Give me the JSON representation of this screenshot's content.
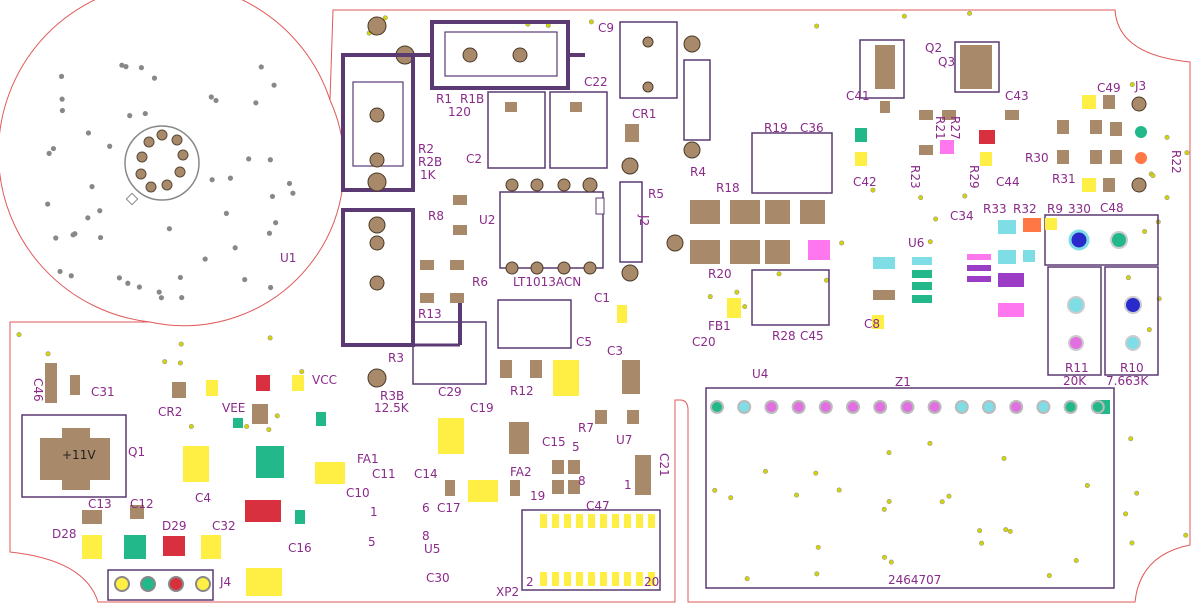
{
  "colors": {
    "background": "#ffffff",
    "outline": "#e05a5a",
    "silkscreen": "#5b3a74",
    "label": "#8a2a8a",
    "pad": "#a8896a",
    "via_fill": "#d4d400",
    "yellow": "#ffee44",
    "teal": "#22b88a",
    "cyan": "#7fdde6",
    "magenta": "#e070e0",
    "pink": "#ff77ee",
    "red": "#d93040",
    "purple": "#9a3cc6",
    "blue": "#2a2acc",
    "orange": "#ff7744",
    "hole": "#888888"
  },
  "labels": {
    "u1": "U1",
    "r1": "R1",
    "r1b": "R1B",
    "r1_val": "120",
    "r2": "R2",
    "r2b": "R2B",
    "r2_val": "1K",
    "r3": "R3",
    "r3b": "R3B",
    "r3_val": "12.5K",
    "c9": "C9",
    "c22": "C22",
    "c2": "C2",
    "cr1": "CR1",
    "r4": "R4",
    "r5": "R5",
    "j2": "J2",
    "r8": "R8",
    "u2": "U2",
    "u2_part": "LT1013ACN",
    "r6": "R6",
    "r13": "R13",
    "c1": "C1",
    "fb1": "FB1",
    "c5": "C5",
    "c3": "C3",
    "c29": "C29",
    "r12": "R12",
    "c19": "C19",
    "c15": "C15",
    "r7": "R7",
    "u7": "U7",
    "c21": "C21",
    "c20": "C20",
    "u4": "U4",
    "r19": "R19",
    "c36": "C36",
    "r18": "R18",
    "r20": "R20",
    "r28": "R28",
    "c45": "C45",
    "c41": "C41",
    "q2": "Q2",
    "q3": "Q3",
    "r21": "R21",
    "r27": "R27",
    "c43": "C43",
    "r23": "R23",
    "r29": "R29",
    "c42": "C42",
    "c44": "C44",
    "r30": "R30",
    "c49": "C49",
    "j3": "J3",
    "r22": "R22",
    "r31": "R31",
    "c48": "C48",
    "c34": "C34",
    "r33": "R33",
    "r32": "R32",
    "r9": "R9",
    "r9_val": "330",
    "u6": "U6",
    "c8": "C8",
    "r11": "R11",
    "r11_val": "20K",
    "r10": "R10",
    "r10_val": "7.663K",
    "z1": "Z1",
    "z1_part": "2464707",
    "c46": "C46",
    "c31": "C31",
    "q1": "Q1",
    "q1_pad": "+11V",
    "c13": "C13",
    "c12": "C12",
    "d28": "D28",
    "d29": "D29",
    "c32": "C32",
    "j4": "J4",
    "cr2": "CR2",
    "vee": "VEE",
    "vcc": "VCC",
    "c4": "C4",
    "c16": "C16",
    "fa1": "FA1",
    "c11": "C11",
    "c14": "C14",
    "c10": "C10",
    "c17": "C17",
    "u5": "U5",
    "c30": "C30",
    "fa2": "FA2",
    "c47": "C47",
    "xp2": "XP2",
    "xp2_p19": "19",
    "xp2_p2": "2",
    "xp2_p20": "20",
    "pin1": "1",
    "pin5": "5",
    "pin6": "6",
    "pin8": "8",
    "u7_p5": "5",
    "u7_p8": "8",
    "u7_p1": "1"
  }
}
